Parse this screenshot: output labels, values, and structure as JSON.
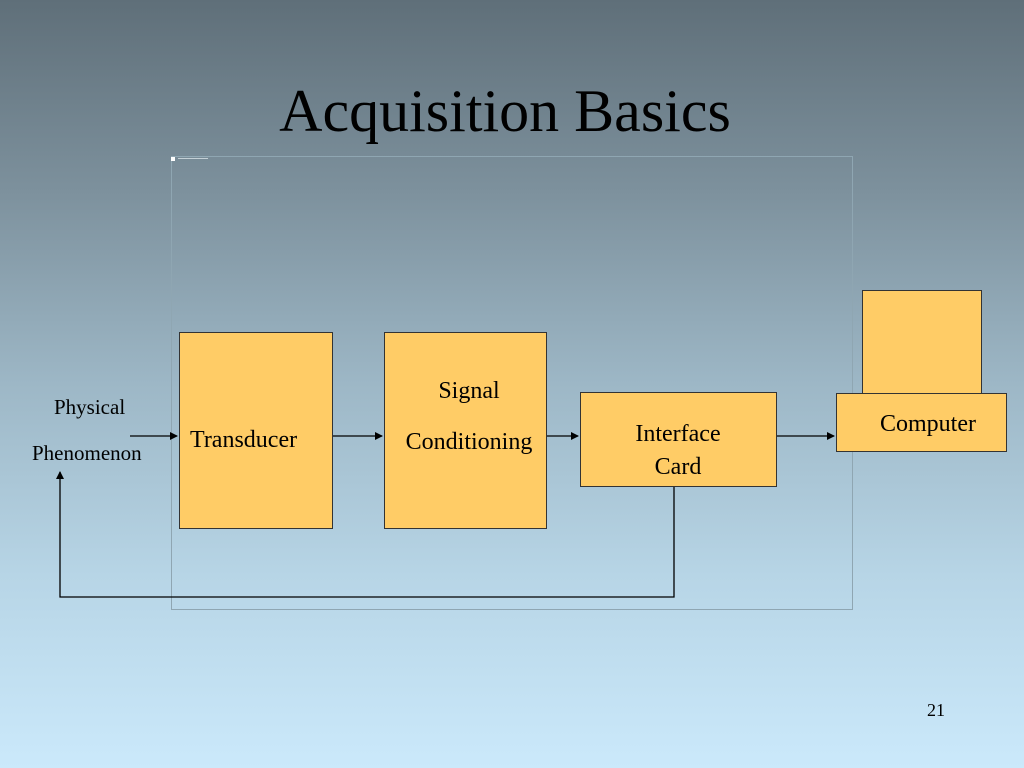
{
  "slide": {
    "title": "Acquisition Basics",
    "page_number": "21"
  },
  "diagram": {
    "input_label_line1": "Physical",
    "input_label_line2": "Phenomenon",
    "nodes": {
      "transducer": "Transducer",
      "signal_conditioning_line1": "Signal",
      "signal_conditioning_line2": "Conditioning",
      "interface_card_line1": "Interface",
      "interface_card_line2": "Card",
      "computer": "Computer"
    },
    "colors": {
      "box_fill": "#ffcc66",
      "line": "#000000"
    }
  }
}
